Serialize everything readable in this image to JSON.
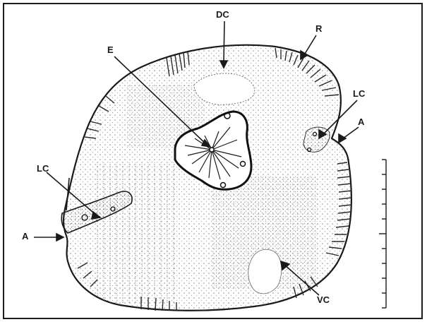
{
  "labels": {
    "dc": "DC",
    "e": "E",
    "r": "R",
    "lc_right": "LC",
    "a_right": "A",
    "lc_left": "LC",
    "a_left": "A",
    "vc": "VC"
  },
  "colors": {
    "ink": "#1a1a1a",
    "stipple": "#8a8a8a",
    "hatch": "#2a2a2a"
  }
}
